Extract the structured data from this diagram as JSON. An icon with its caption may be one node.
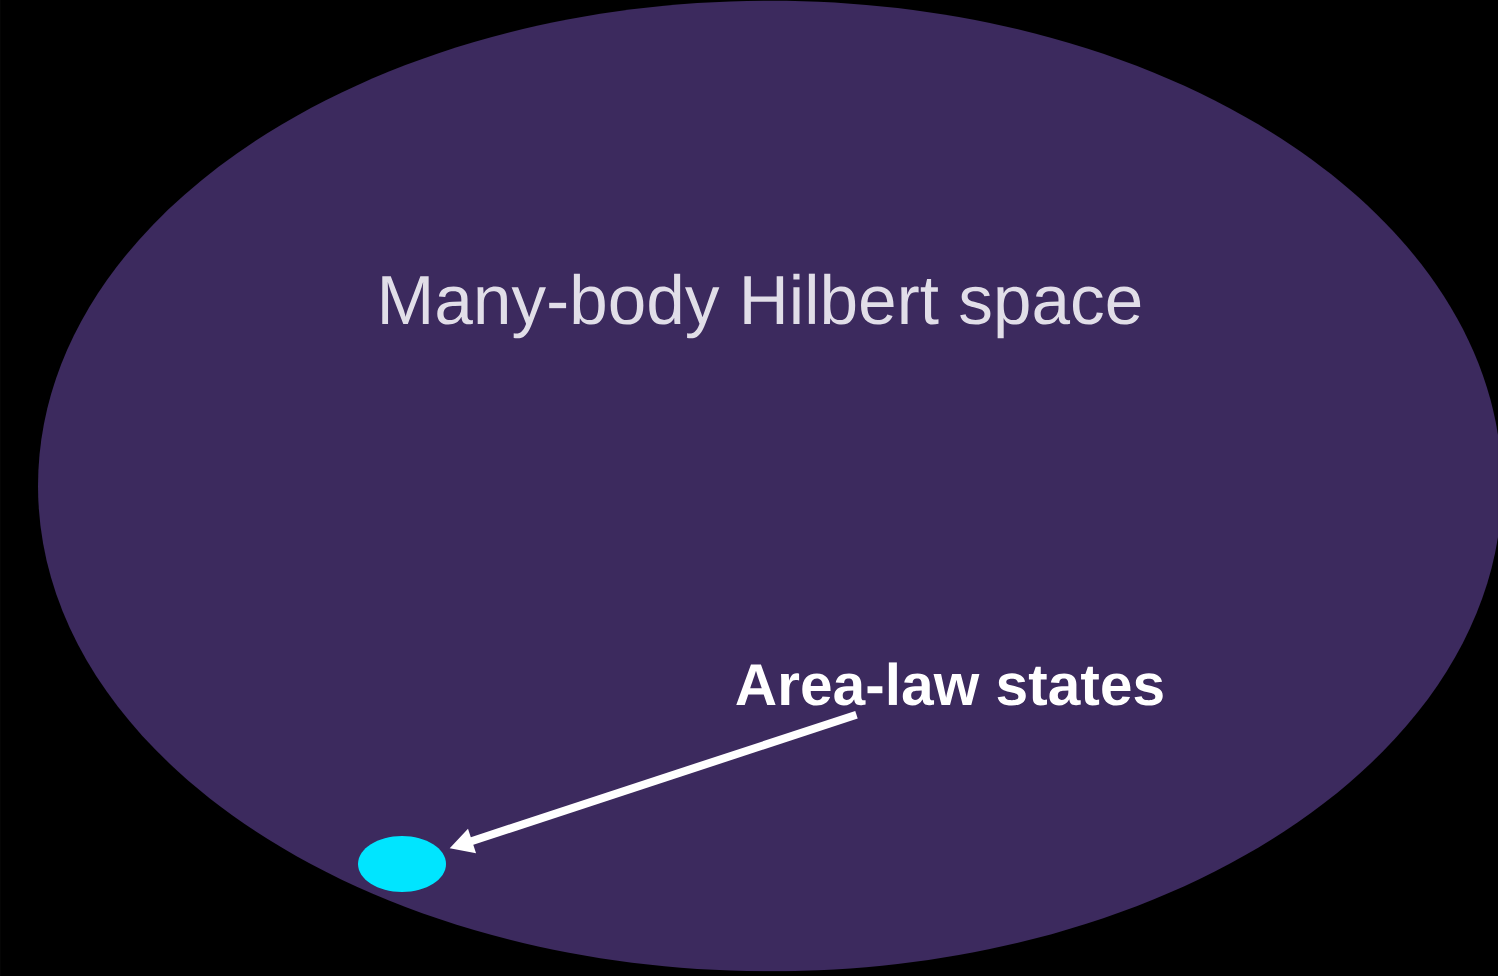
{
  "diagram": {
    "nodes": [
      {
        "text": [
          "Many-body Hilbert space"
        ]
      },
      {
        "text": [
          "Area-law states"
        ],
        "in": 0
      },
      {
        "text": [],
        "shape": "circle",
        "in": 0
      }
    ],
    "edges": [
      {
        "from": 1,
        "to": 2,
        "arrow": "to"
      }
    ]
  }
}
